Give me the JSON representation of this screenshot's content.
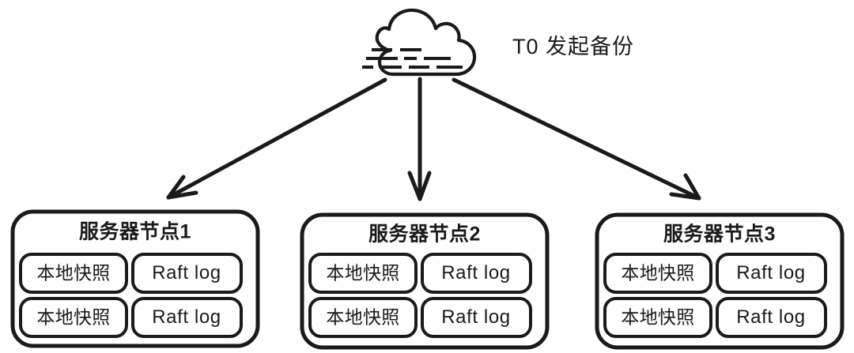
{
  "diagram": {
    "title_text": "T0 发起备份",
    "cloud": {
      "icon_name": "cloud-icon",
      "dash_rows": 3
    },
    "arrows": [
      {
        "name": "arrow-to-node-1",
        "direction": "down-left"
      },
      {
        "name": "arrow-to-node-2",
        "direction": "down"
      },
      {
        "name": "arrow-to-node-3",
        "direction": "down-right"
      }
    ],
    "colors": {
      "stroke": "#1a1a1a",
      "background": "#ffffff"
    },
    "nodes": [
      {
        "title": "服务器节点1",
        "rows": [
          {
            "snapshot": "本地快照",
            "log": "Raft log"
          },
          {
            "snapshot": "本地快照",
            "log": "Raft log"
          }
        ]
      },
      {
        "title": "服务器节点2",
        "rows": [
          {
            "snapshot": "本地快照",
            "log": "Raft log"
          },
          {
            "snapshot": "本地快照",
            "log": "Raft log"
          }
        ]
      },
      {
        "title": "服务器节点3",
        "rows": [
          {
            "snapshot": "本地快照",
            "log": "Raft log"
          },
          {
            "snapshot": "本地快照",
            "log": "Raft log"
          }
        ]
      }
    ]
  }
}
